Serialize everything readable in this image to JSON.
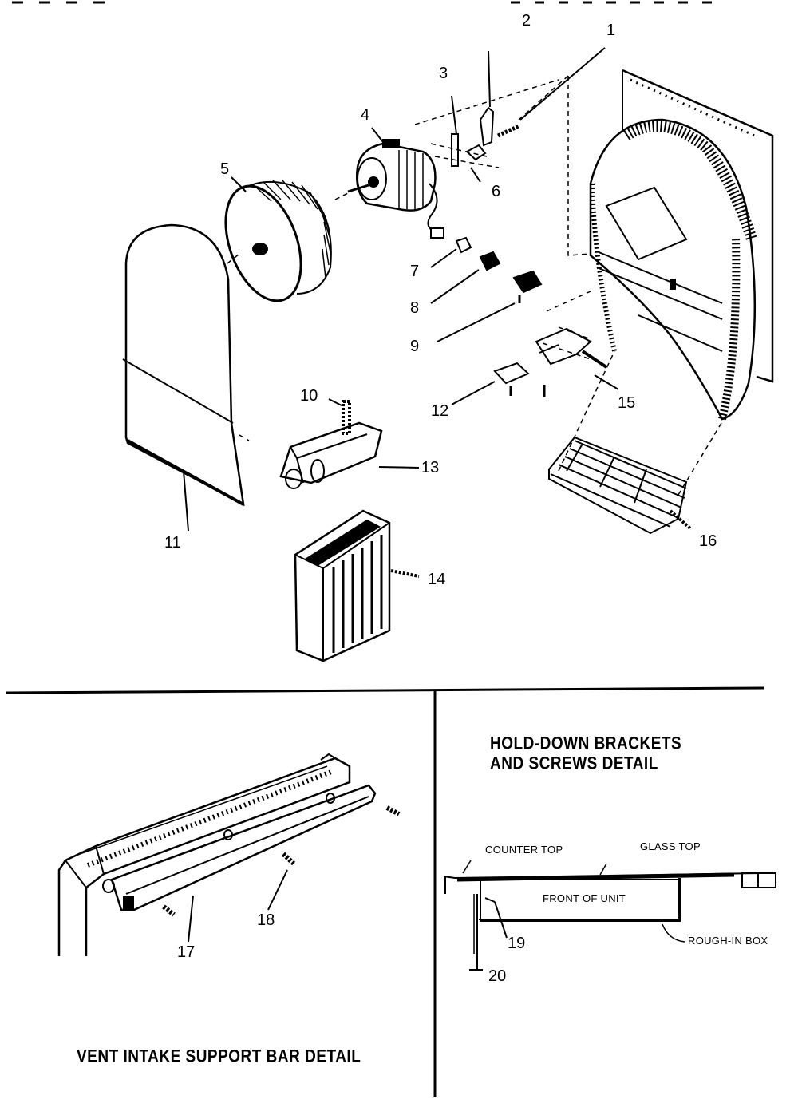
{
  "main_diagram": {
    "callouts": [
      "1",
      "2",
      "3",
      "4",
      "5",
      "6",
      "7",
      "8",
      "9",
      "10",
      "11",
      "12",
      "13",
      "14",
      "15",
      "16"
    ]
  },
  "vent_detail": {
    "title": "VENT INTAKE SUPPORT BAR DETAIL",
    "callouts": [
      "17",
      "18"
    ]
  },
  "holddown_detail": {
    "title_line1": "HOLD-DOWN BRACKETS",
    "title_line2": "AND SCREWS DETAIL",
    "labels": {
      "counter_top": "COUNTER TOP",
      "glass_top": "GLASS TOP",
      "front_of_unit": "FRONT OF UNIT",
      "rough_in_box": "ROUGH-IN BOX"
    },
    "callouts": [
      "19",
      "20"
    ]
  }
}
